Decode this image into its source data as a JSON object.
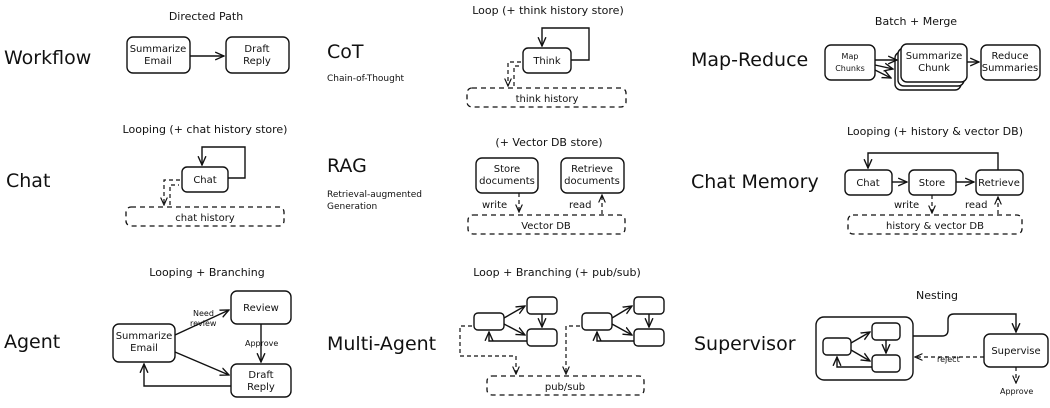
{
  "patterns": {
    "workflow": {
      "name": "Workflow",
      "caption": "Directed Path",
      "nodes": [
        "Summarize",
        "Email",
        "Draft",
        "Reply"
      ]
    },
    "cot": {
      "name": "CoT",
      "subtitle": "Chain-of-Thought",
      "caption": "Loop (+ think history store)",
      "node": "Think",
      "store": "think history"
    },
    "map_reduce": {
      "name": "Map-Reduce",
      "caption": "Batch + Merge",
      "nodes": [
        "Map",
        "Chunks",
        "Summarize",
        "Chunk",
        "Reduce",
        "Summaries"
      ]
    },
    "chat": {
      "name": "Chat",
      "caption": "Looping (+ chat history store)",
      "node": "Chat",
      "store": "chat history"
    },
    "rag": {
      "name": "RAG",
      "subtitle_lines": [
        "Retrieval-augmented",
        "Generation"
      ],
      "caption": "(+ Vector DB store)",
      "nodes": [
        "Store",
        "documents",
        "Retrieve",
        "documents"
      ],
      "edge_labels": [
        "write",
        "read"
      ],
      "store": "Vector DB"
    },
    "chat_memory": {
      "name": "Chat Memory",
      "caption": "Looping (+ history & vector DB)",
      "nodes": [
        "Chat",
        "Store",
        "Retrieve"
      ],
      "edge_labels": [
        "write",
        "read"
      ],
      "store": "history & vector DB"
    },
    "agent": {
      "name": "Agent",
      "caption": "Looping + Branching",
      "nodes": [
        "Summarize",
        "Email",
        "Review",
        "Draft",
        "Reply"
      ],
      "edge_labels": [
        "Need",
        "review",
        "Approve"
      ]
    },
    "multi_agent": {
      "name": "Multi-Agent",
      "caption": "Loop + Branching (+ pub/sub)",
      "store": "pub/sub"
    },
    "supervisor": {
      "name": "Supervisor",
      "caption": "Nesting",
      "node": "Supervise",
      "edge_labels": [
        "reject",
        "Approve"
      ]
    }
  }
}
